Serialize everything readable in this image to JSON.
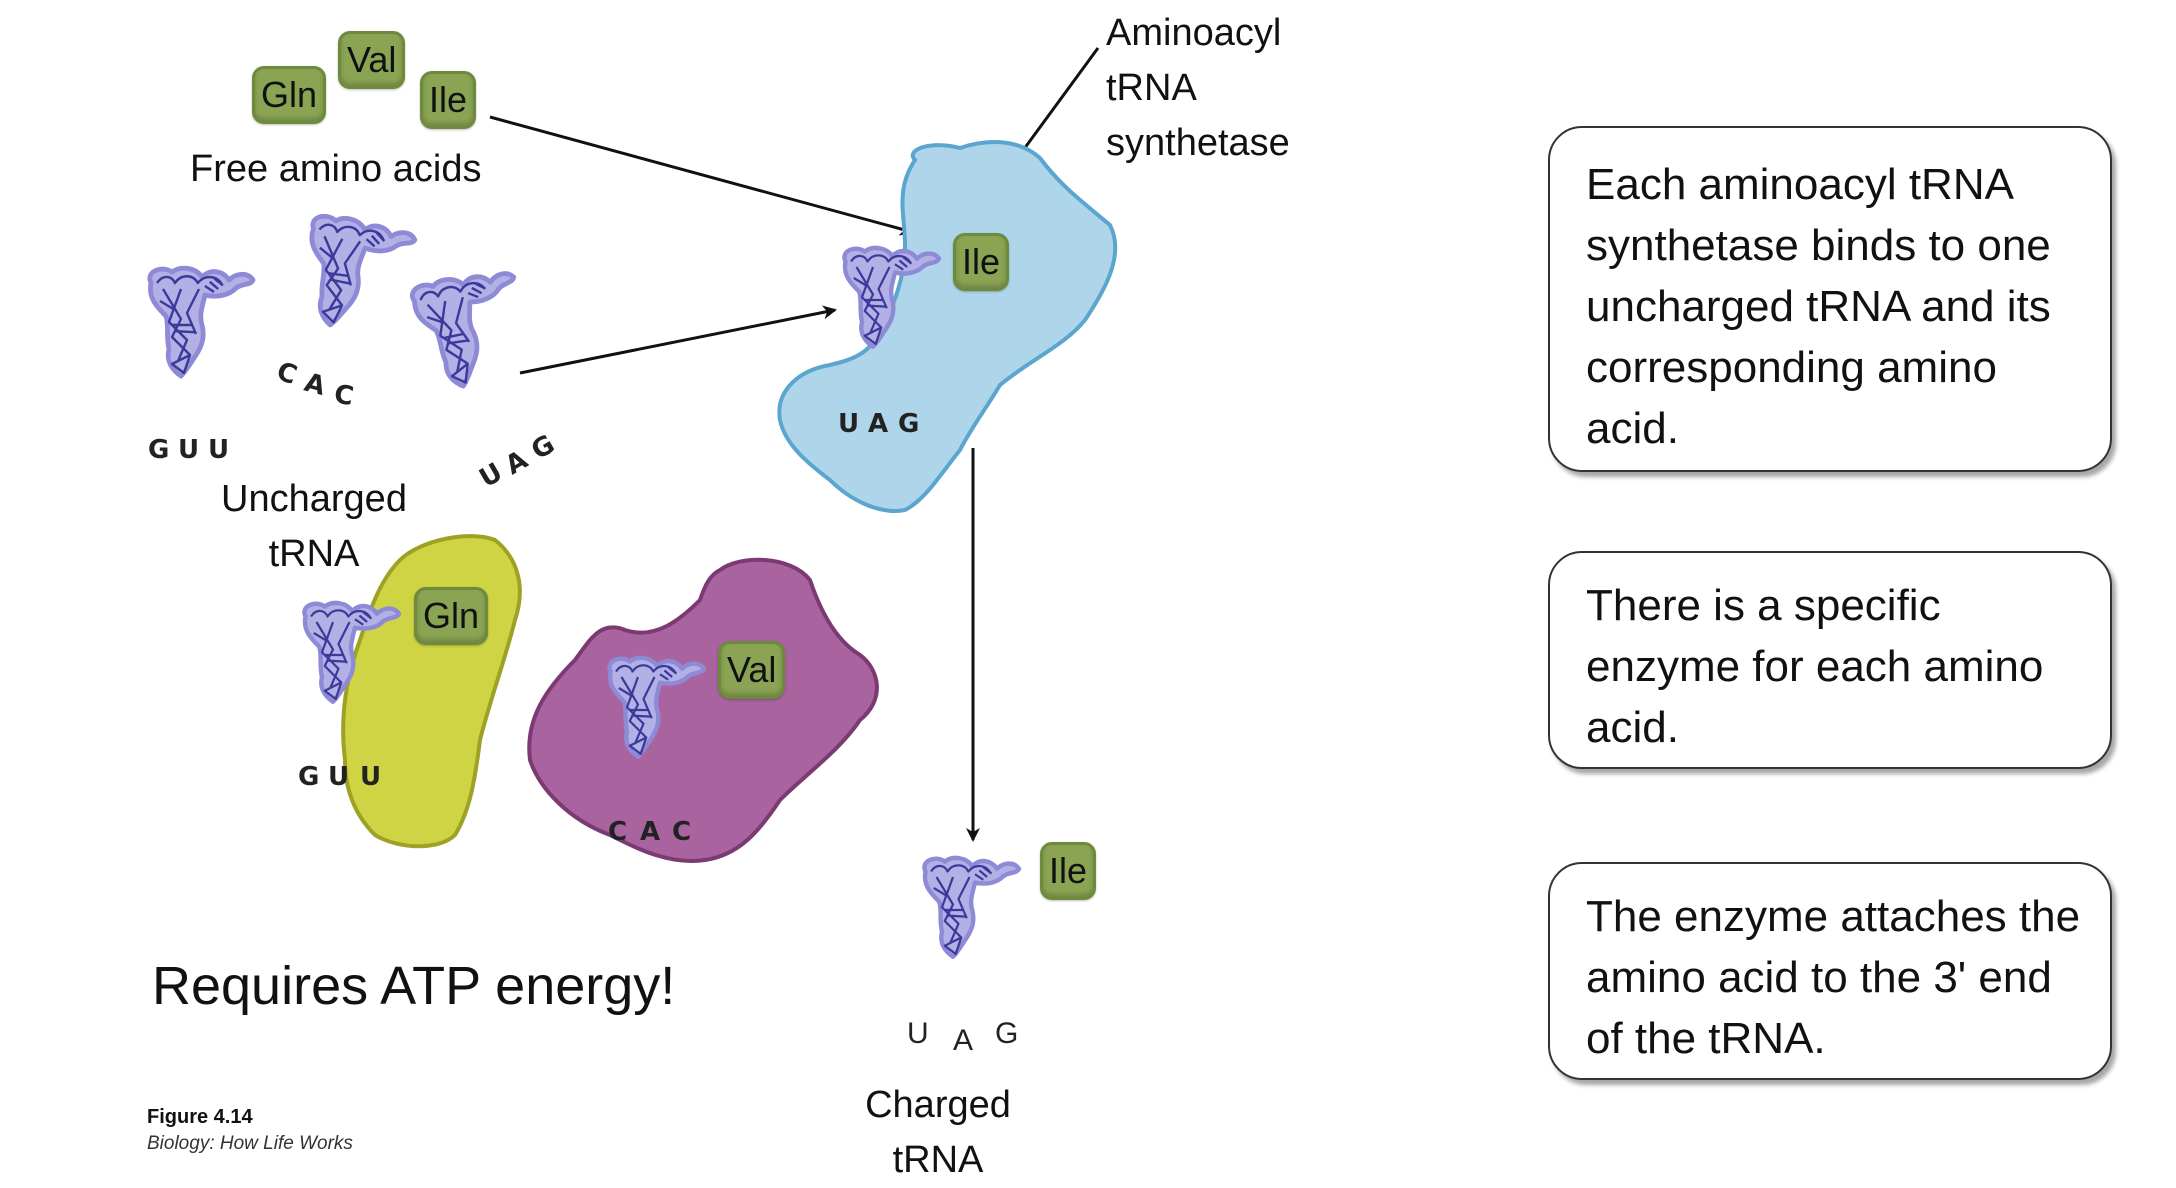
{
  "labels": {
    "free_amino_acids": "Free amino acids",
    "synthetase_line1": "Aminoacyl",
    "synthetase_line2": "tRNA",
    "synthetase_line3": "synthetase",
    "uncharged_line1": "Uncharged",
    "uncharged_line2": "tRNA",
    "charged_line1": "Charged",
    "charged_line2": "tRNA",
    "atp_note": "Requires ATP energy!",
    "figure_number": "Figure 4.14",
    "figure_source": "Biology: How Life Works"
  },
  "amino_acids": {
    "free": [
      "Gln",
      "Val",
      "Ile"
    ],
    "enzyme_blue": "Ile",
    "enzyme_yellow": "Gln",
    "enzyme_purple": "Val",
    "charged": "Ile"
  },
  "codons": {
    "uncharged_1": [
      "G",
      "U",
      "U"
    ],
    "uncharged_2": [
      "C",
      "A",
      "C"
    ],
    "uncharged_3": [
      "U",
      "A",
      "G"
    ],
    "enzyme_blue": [
      "U",
      "A",
      "G"
    ],
    "enzyme_yellow": [
      "G",
      "U",
      "U"
    ],
    "enzyme_purple": [
      "C",
      "A",
      "C"
    ],
    "charged": [
      "U",
      "A",
      "G"
    ]
  },
  "cards": [
    {
      "text": "Each aminoacyl tRNA synthetase binds to one uncharged tRNA and its corresponding amino acid."
    },
    {
      "text": "There is a specific enzyme for each amino acid."
    },
    {
      "text": "The enzyme attaches the amino acid to the 3' end of the tRNA."
    }
  ],
  "colors": {
    "amino_acid_tag": "#8aa453",
    "trna": "#3b3a9a",
    "trna_halo": "#a9a9e0",
    "enzyme_blue": "#aed5ea",
    "enzyme_yellow": "#cfd444",
    "enzyme_purple": "#a9639f"
  }
}
